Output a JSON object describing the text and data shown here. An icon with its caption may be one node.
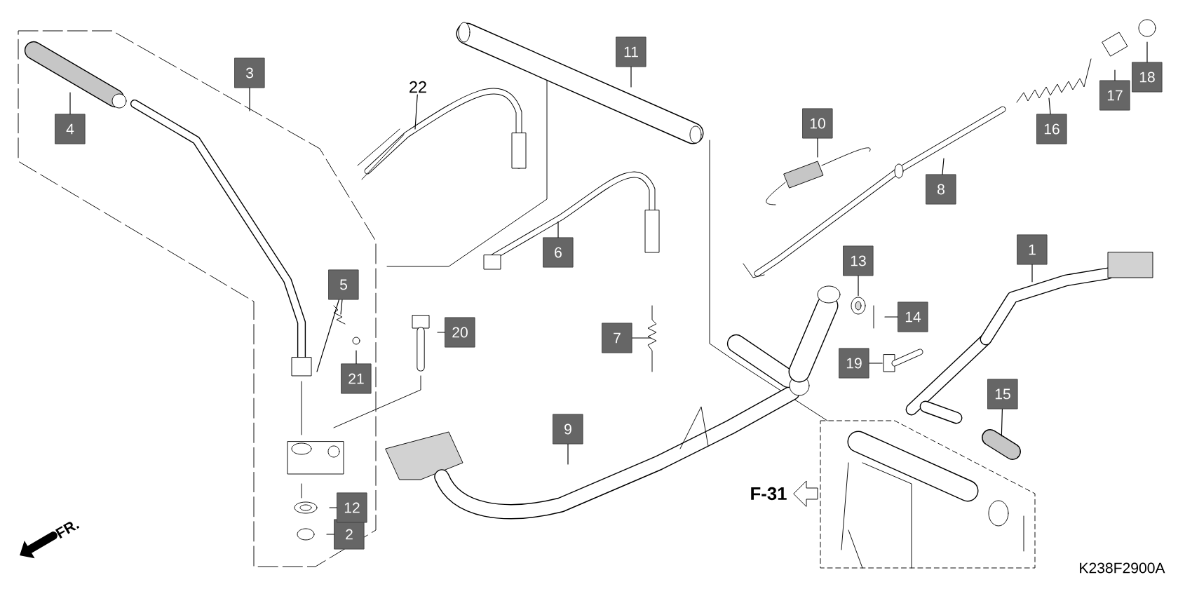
{
  "diagram": {
    "nodes": [
      {
        "text": [
          "1"
        ]
      },
      {
        "text": [
          "2"
        ]
      },
      {
        "text": [
          "3"
        ]
      },
      {
        "text": [
          "4"
        ]
      },
      {
        "text": [
          "5"
        ]
      },
      {
        "text": [
          "6"
        ]
      },
      {
        "text": [
          "7"
        ]
      },
      {
        "text": [
          "8"
        ]
      },
      {
        "text": [
          "9"
        ]
      },
      {
        "text": [
          "10"
        ]
      },
      {
        "text": [
          "11"
        ]
      },
      {
        "text": [
          "12"
        ]
      },
      {
        "text": [
          "13"
        ]
      },
      {
        "text": [
          "14"
        ]
      },
      {
        "text": [
          "15"
        ]
      },
      {
        "text": [
          "16"
        ]
      },
      {
        "text": [
          "17"
        ]
      },
      {
        "text": [
          "18"
        ]
      },
      {
        "text": [
          "19"
        ]
      },
      {
        "text": [
          "20"
        ]
      },
      {
        "text": [
          "21"
        ]
      },
      {
        "text": [
          "22"
        ]
      },
      {
        "text": [],
        "shape": "picture"
      },
      {
        "text": [],
        "shape": "picture"
      },
      {
        "text": [],
        "shape": "picture"
      },
      {
        "text": [],
        "shape": "picture"
      }
    ],
    "edges": [
      {
        "from": 0,
        "to": 23,
        "arrow": "none"
      },
      {
        "from": 1,
        "to": null,
        "arrow": "none"
      },
      {
        "from": 2,
        "to": null,
        "arrow": "none"
      },
      {
        "from": 3,
        "to": null,
        "arrow": "none"
      },
      {
        "from": 4,
        "to": null,
        "arrow": "none"
      },
      {
        "from": 5,
        "to": null,
        "arrow": "none"
      },
      {
        "from": 6,
        "to": null,
        "arrow": "none"
      },
      {
        "from": 7,
        "to": null,
        "arrow": "none"
      },
      {
        "from": 8,
        "to": null,
        "arrow": "none"
      },
      {
        "from": 9,
        "to": null,
        "arrow": "none"
      },
      {
        "from": 10,
        "to": null,
        "arrow": "none"
      },
      {
        "from": 11,
        "to": null,
        "arrow": "none"
      },
      {
        "from": 12,
        "to": 22,
        "arrow": "none"
      },
      {
        "from": 13,
        "to": null,
        "arrow": "none"
      },
      {
        "from": 14,
        "to": 24,
        "arrow": "none"
      },
      {
        "from": 15,
        "to": null,
        "arrow": "none"
      },
      {
        "from": 16,
        "to": null,
        "arrow": "none"
      },
      {
        "from": 17,
        "to": null,
        "arrow": "none"
      },
      {
        "from": 18,
        "to": 25,
        "arrow": "none"
      },
      {
        "from": 19,
        "to": null,
        "arrow": "none"
      },
      {
        "from": 20,
        "to": null,
        "arrow": "none"
      },
      {
        "from": 21,
        "to": null,
        "arrow": "none"
      }
    ],
    "labels": [
      "F-31",
      "FR.",
      "K238F2900A"
    ]
  }
}
